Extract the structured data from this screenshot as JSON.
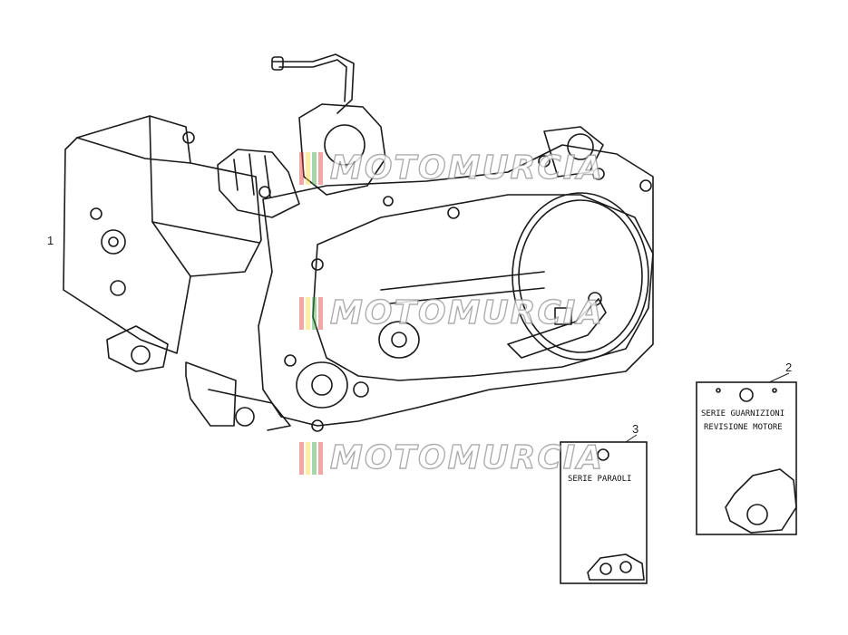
{
  "callouts": [
    {
      "number": "1"
    },
    {
      "number": "2"
    },
    {
      "number": "3"
    }
  ],
  "kit_cards": {
    "gasket_kit": {
      "line1": "SERIE GUARNIZIONI",
      "line2": "REVISIONE MOTORE"
    },
    "oil_seal_kit": {
      "line1": "SERIE PARAOLI"
    }
  },
  "watermark": {
    "text": "MOTOMURCIA",
    "stripe_colors": [
      "#e53935",
      "#fdd835",
      "#43a047",
      "#e53935"
    ]
  },
  "colors": {
    "line": "#1a1a1a",
    "background": "#ffffff"
  }
}
